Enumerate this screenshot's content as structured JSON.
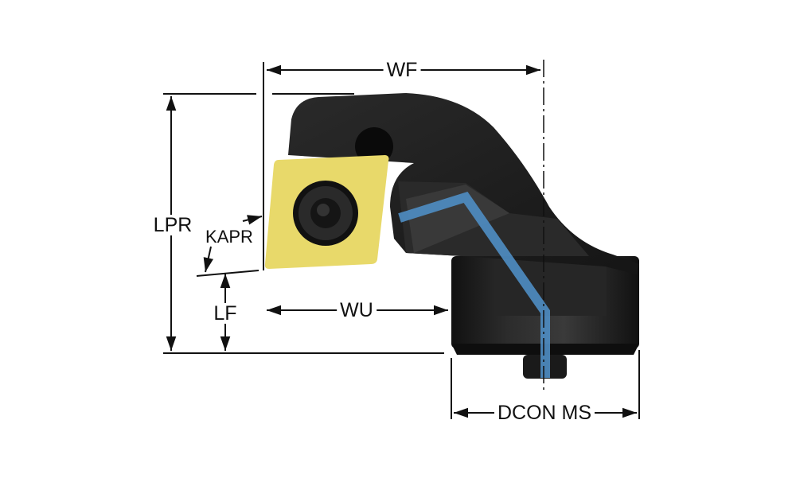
{
  "labels": {
    "wf": "WF",
    "lpr": "LPR",
    "kapr": "KAPR",
    "lf": "LF",
    "wu": "WU",
    "dcon_ms": "DCON MS"
  },
  "colors": {
    "insert": "#e8d96a",
    "body": "#1e1e1e",
    "coolant": "#4f8ec4",
    "line": "#111111"
  }
}
